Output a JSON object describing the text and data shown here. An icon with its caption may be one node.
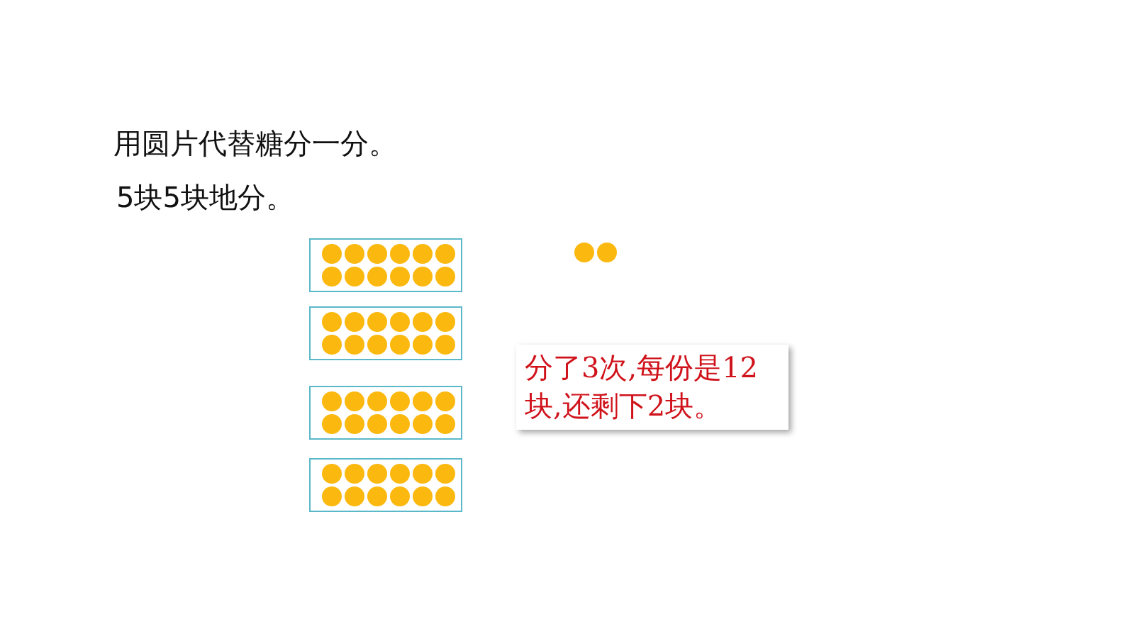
{
  "diagram": {
    "nodes": [
      {
        "text": [],
        "shape": "box"
      },
      {
        "text": [],
        "shape": "box"
      },
      {
        "text": [],
        "shape": "box"
      },
      {
        "text": [],
        "shape": "box"
      },
      {
        "text": [
          "分了3次,每份是12块,还剩下2块。"
        ]
      }
    ],
    "edges": [],
    "labels": [
      "用圆片代替糖分一分。",
      "5块5块地分。"
    ]
  }
}
